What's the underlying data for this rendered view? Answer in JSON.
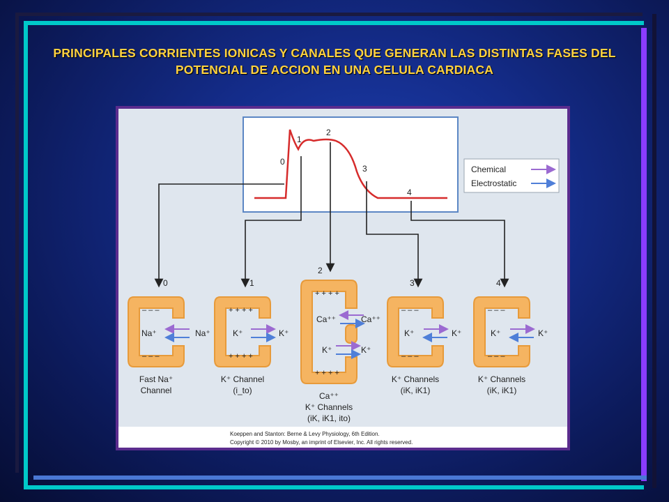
{
  "slide": {
    "title": "PRINCIPALES CORRIENTES IONICAS Y CANALES QUE GENERAN LAS DISTINTAS FASES DEL POTENCIAL DE ACCION EN UNA CELULA CARDIACA"
  },
  "colors": {
    "title": "#ffd23f",
    "figure_border": "#5b2c8e",
    "figure_bg": "#dfe6ee",
    "trace": "#d62b2b",
    "chemical_arrow": "#9b6ad1",
    "electrostatic_arrow": "#4f7fd8",
    "channel": "#f5b461"
  },
  "figure": {
    "phase_labels": {
      "p0": "0",
      "p1": "1",
      "p2": "2",
      "p3": "3",
      "p4": "4"
    },
    "legend": {
      "chemical": "Chemical",
      "electrostatic": "Electrostatic"
    },
    "channels": {
      "c0": {
        "number": "0",
        "ion_in": "Na⁺",
        "ion_out": "Na⁺",
        "name1": "Fast Na⁺",
        "name2": "Channel",
        "name3": ""
      },
      "c1": {
        "number": "1",
        "ion_in": "K⁺",
        "ion_out": "K⁺",
        "name1": "K⁺ Channel",
        "name2": "(i_to)",
        "name3": ""
      },
      "c2": {
        "number": "2",
        "ion_in_a": "Ca⁺⁺",
        "ion_out_a": "Ca⁺⁺",
        "ion_in_b": "K⁺",
        "ion_out_b": "K⁺",
        "name1": "Ca⁺⁺",
        "name2": "K⁺ Channels",
        "name3": "(iK, iK1, ito)"
      },
      "c3": {
        "number": "3",
        "ion_in": "K⁺",
        "ion_out": "K⁺",
        "name1": "K⁺ Channels",
        "name2": "(iK, iK1)",
        "name3": ""
      },
      "c4": {
        "number": "4",
        "ion_in": "K⁺",
        "ion_out": "K⁺",
        "name1": "K⁺ Channels",
        "name2": "(iK, iK1)",
        "name3": ""
      }
    },
    "credit": {
      "line1": "Koeppen and Stanton: Berne & Levy Physiology, 6th Edition.",
      "line2": "Copyright © 2010 by Mosby, an imprint of Elsevier, Inc. All rights reserved."
    }
  }
}
